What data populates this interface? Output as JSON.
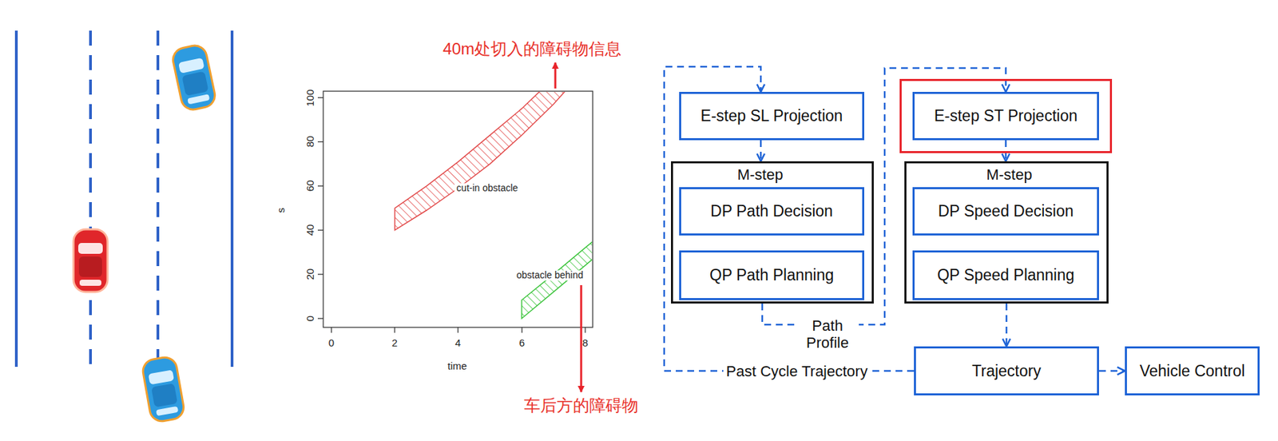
{
  "diagram": {
    "nodes": [
      {
        "text": [
          "E-step SL Projection"
        ]
      },
      {
        "text": [
          "M-step"
        ]
      },
      {
        "text": [
          "DP Path Decision"
        ],
        "in": 1
      },
      {
        "text": [
          "QP Path Planning"
        ],
        "in": 1
      },
      {
        "text": [
          "E-step ST Projection"
        ]
      },
      {
        "text": [
          "M-step"
        ]
      },
      {
        "text": [
          "DP Speed Decision"
        ],
        "in": 5
      },
      {
        "text": [
          "QP Speed Planning"
        ],
        "in": 5
      },
      {
        "text": [
          "Trajectory"
        ]
      },
      {
        "text": [
          "Vehicle Control"
        ]
      }
    ],
    "edges": [
      {
        "from": 0,
        "to": 1,
        "arrow": "to"
      },
      {
        "from": 1,
        "to": 4,
        "label": "Path Profile",
        "arrow": "to"
      },
      {
        "from": 4,
        "to": 5,
        "arrow": "to"
      },
      {
        "from": 5,
        "to": 8,
        "arrow": "to"
      },
      {
        "from": 8,
        "to": 9,
        "arrow": "to"
      },
      {
        "from": 8,
        "to": 0,
        "label": "Past Cycle Trajectory",
        "arrow": "to"
      }
    ],
    "labels": [
      "40m处切入的障碍物信息",
      "100",
      "80",
      "60",
      "40",
      "20",
      "0",
      "s",
      "cut-in obstacle",
      "obstacle behind",
      "0",
      "2",
      "4",
      "6",
      "8",
      "time",
      "车后方的障碍物"
    ]
  }
}
